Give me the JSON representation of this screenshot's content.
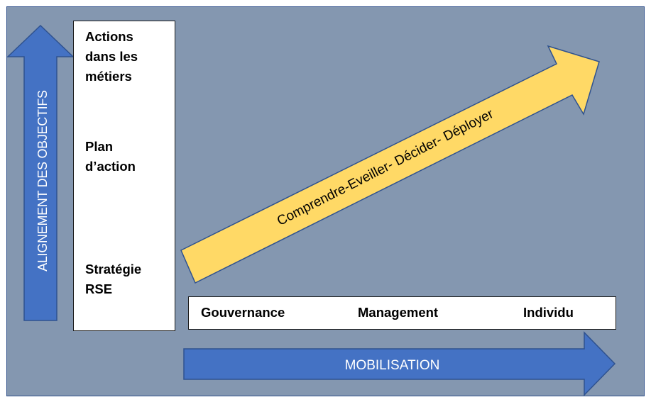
{
  "vertical_axis": {
    "label": "ALIGNEMENT DES OBJECTIFS"
  },
  "left_box": {
    "items": [
      "Actions\ndans les\nmétiers",
      "Plan\nd’action",
      "Stratégie\nRSE"
    ]
  },
  "bottom_box": {
    "items": [
      "Gouvernance",
      "Management",
      "Individu"
    ]
  },
  "horizontal_axis": {
    "label": "MOBILISATION"
  },
  "diagonal_arrow": {
    "label": "Comprendre-Eveiller- Décider- Déployer"
  },
  "colors": {
    "background": "#8497b0",
    "frame_border": "#2f4f8a",
    "blue_arrow": "#4472c4",
    "blue_arrow_border": "#2f528f",
    "yellow_arrow": "#ffd966",
    "yellow_arrow_border": "#2f528f"
  }
}
